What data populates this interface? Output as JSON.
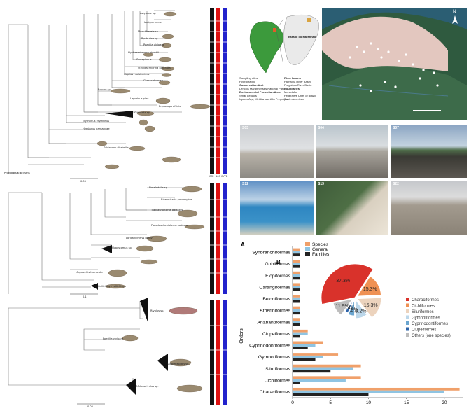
{
  "map_panel": {
    "inset_label": "Estado do Maranhão",
    "north": "N",
    "legend_left": [
      "Sampling sites",
      "Hydrography",
      "Conservation Unit",
      "Lençóis Maranhenses National Park",
      "Environmental Protection Area",
      "Small Lençóis",
      "Upaon-Açu, Miritiba and Alto Preguiças"
    ],
    "legend_right": [
      "River basins",
      "Parnaíba River Basin",
      "Preguiças River Basin",
      "Boundaries",
      "Maranhão",
      "Federative Units of Brazil",
      "South American"
    ]
  },
  "photos": [
    {
      "label": "S03"
    },
    {
      "label": "S04"
    },
    {
      "label": "S07"
    },
    {
      "label": "S12"
    },
    {
      "label": "S13"
    },
    {
      "label": "S22"
    }
  ],
  "trees": {
    "top_taxa": [
      "Astyanax sp.",
      "Hemigrammus",
      "Moenkhausia sp.",
      "Pyrrhulina sp.",
      "Poecilia vivipara",
      "Hyphessobrycon piorskii",
      "Serrapinnus",
      "Steindachnerina notonota",
      "Hoplias malabaricus",
      "Characidium sp.",
      "Brycon sp.",
      "Leporinus piau",
      "Bryconops affinis",
      "Curimata sp.",
      "Erythrinus erythrinus",
      "Hemiodus parnaguae",
      "Schizodon dissimilis",
      "Prochilodus lacustris"
    ],
    "mid_taxa": [
      "Pimelodella sp.",
      "Rineloricaria parnahybae",
      "Trachelyopterus galeatus",
      "Pseudauchenipterus nodosus",
      "Loricariichthys derbyi",
      "Hypostomus sp.",
      "Callichthys callichthys",
      "Megalechis thoracata"
    ],
    "bot_taxa": [
      "Rivulus sp.",
      "Poecilia vivipara",
      "Anablepsoides sp.",
      "Melanorivulus sp."
    ],
    "scale_top": "0.05",
    "scale_mid": "0.1",
    "scale_bot": "0.05",
    "col_labels": [
      "COI",
      "16S",
      "CYTB"
    ]
  },
  "chart_data": [
    {
      "panel_label": "A",
      "type": "bar",
      "orientation": "horizontal",
      "ylabel": "Orders",
      "categories": [
        "Characiformes",
        "Cichliformes",
        "Siluriformes",
        "Gymnotiformes",
        "Cyprinodontiformes",
        "Clupeiformes",
        "Anabantiformes",
        "Atheriniformes",
        "Beloniformes",
        "Carangiformes",
        "Elopiformes",
        "Gobiiformes",
        "Synbranchiformes"
      ],
      "series": [
        {
          "name": "Species",
          "color": "#f0a06a",
          "values": [
            22,
            9,
            9,
            6,
            4,
            2,
            1,
            1,
            1,
            1,
            1,
            1,
            1
          ]
        },
        {
          "name": "Genera",
          "color": "#8fc4e2",
          "values": [
            20,
            7,
            8,
            4,
            3,
            2,
            1,
            1,
            1,
            1,
            1,
            1,
            1
          ]
        },
        {
          "name": "Families",
          "color": "#222222",
          "values": [
            10,
            1,
            5,
            3,
            2,
            1,
            1,
            1,
            1,
            1,
            1,
            1,
            1
          ]
        }
      ],
      "xticks": [
        0,
        5,
        10,
        15,
        20
      ],
      "xlim": [
        0,
        22.5
      ]
    },
    {
      "panel_label": "B",
      "type": "pie",
      "labels": [
        "Characiformes",
        "Cichliformes",
        "Siluriformes",
        "Gymnotiformes",
        "Cyprinodontiformes",
        "Clupeiformes",
        "Others (one species)"
      ],
      "values": [
        37.3,
        15.3,
        15.3,
        10.2,
        6.8,
        3.4,
        11.9
      ],
      "slice_labels": [
        "37.3%",
        "15.3%",
        "15.3%",
        "10.2%",
        "6.8%",
        "3.4%",
        "11.9%"
      ],
      "colors": [
        "#d9322b",
        "#ef9153",
        "#ecd3bd",
        "#bcd7ea",
        "#6aa5cf",
        "#2d63a8",
        "#bdbdbd"
      ]
    }
  ]
}
